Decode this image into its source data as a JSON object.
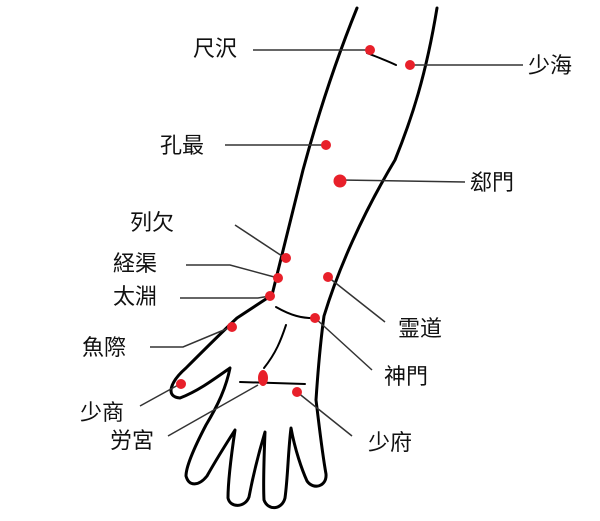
{
  "colors": {
    "outline": "#000000",
    "leader_line": "#333333",
    "point": "#e8202a",
    "background": "#ffffff"
  },
  "diagram": {
    "type": "acupuncture-points-forearm-palm",
    "points": {
      "shakutaku": {
        "label": "尺沢"
      },
      "shoukai": {
        "label": "少海"
      },
      "kousai": {
        "label": "孔最"
      },
      "gekimon": {
        "label": "郄門"
      },
      "rekketsu": {
        "label": "列欠"
      },
      "keikyo": {
        "label": "経渠"
      },
      "taien": {
        "label": "太淵"
      },
      "reidou": {
        "label": "霊道"
      },
      "gyosai": {
        "label": "魚際"
      },
      "shinmon": {
        "label": "神門"
      },
      "shoushou": {
        "label": "少商"
      },
      "roukyuu": {
        "label": "労宮"
      },
      "shoufu": {
        "label": "少府"
      }
    }
  }
}
